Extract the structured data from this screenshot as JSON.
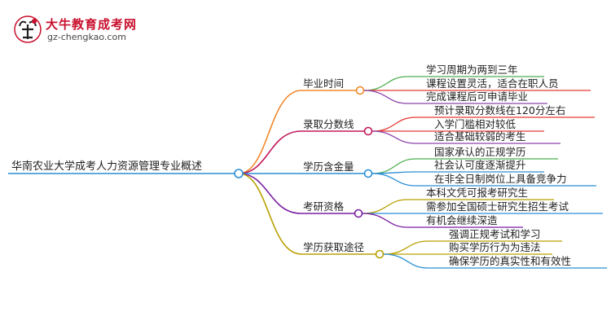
{
  "logo": {
    "title": "大牛教育成考网",
    "url": "gz-chengkao.com"
  },
  "root": "华南农业大学成考人力资源管理专业概述",
  "colors": {
    "graduation_time": "#f0882a",
    "admission_score": "#c2185b",
    "degree_value": "#2a8fd6",
    "postgrad_eligibility": "#7b1fa2",
    "degree_path": "#b8a000",
    "leaf_green": "#4caf50",
    "leaf_red": "#e53935",
    "leaf_purple": "#8e44ad"
  },
  "branches": [
    {
      "label": "毕业时间",
      "leaves": [
        "学习周期为两到三年",
        "课程设置灵活，适合在职人员",
        "完成课程后可申请毕业"
      ]
    },
    {
      "label": "录取分数线",
      "leaves": [
        "预计录取分数线在120分左右",
        "入学门槛相对较低",
        "适合基础较弱的考生"
      ]
    },
    {
      "label": "学历含金量",
      "leaves": [
        "国家承认的正规学历",
        "社会认可度逐渐提升",
        "在非全日制岗位上具备竞争力"
      ]
    },
    {
      "label": "考研资格",
      "leaves": [
        "本科文凭可报考研究生",
        "需参加全国硕士研究生招生考试",
        "有机会继续深造"
      ]
    },
    {
      "label": "学历获取途径",
      "leaves": [
        "强调正规考试和学习",
        "购买学历行为为违法",
        "确保学历的真实性和有效性"
      ]
    }
  ]
}
